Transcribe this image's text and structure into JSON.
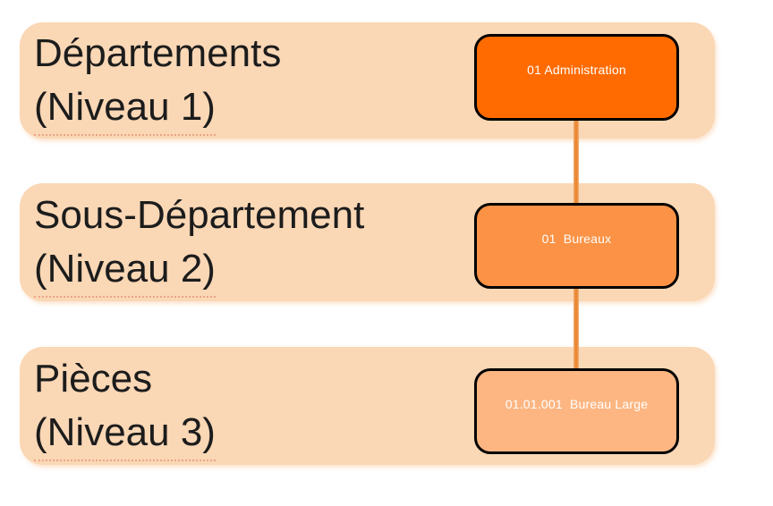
{
  "diagram": {
    "type": "hierarchy",
    "rows": [
      {
        "heading_line1": "Départements",
        "heading_line2": "(Niveau 1)",
        "node_label": "01 Administration",
        "node_fill": "#FF6B00"
      },
      {
        "heading_line1": "Sous-Département",
        "heading_line2": "(Niveau 2)",
        "node_label": "01  Bureaux",
        "node_fill": "#FB9245"
      },
      {
        "heading_line1": "Pièces",
        "heading_line2": "(Niveau 3)",
        "node_label": "01.01.001  Bureau Large",
        "node_fill": "#FDB682"
      }
    ],
    "colors": {
      "background": "#FFFFFF",
      "band_fill": "#FAD7B5",
      "connector": "#EB8833",
      "node_border": "#000000",
      "node_text": "#FFFFFF",
      "heading_text": "#1C1C1C"
    }
  }
}
